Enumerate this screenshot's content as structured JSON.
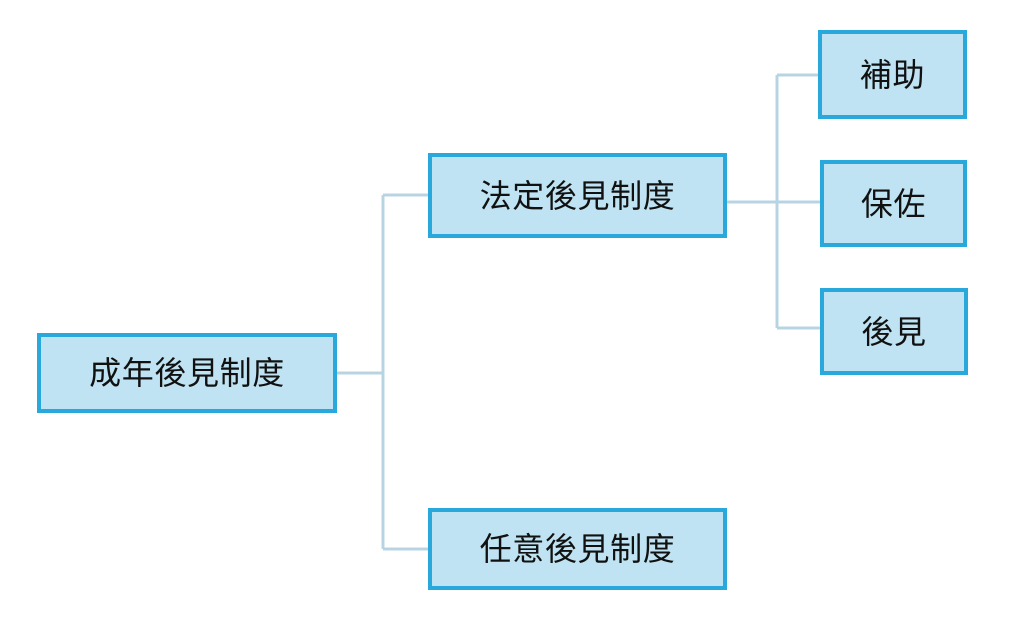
{
  "diagram": {
    "type": "tree",
    "title_text": "",
    "orientation": "left-to-right",
    "colors": {
      "node_fill": "#bfe3f2",
      "node_border": "#29a8dc",
      "connector": "#b8d4e3",
      "text": "#111111",
      "background": "#ffffff"
    },
    "nodes": {
      "root": {
        "label": "成年後見制度",
        "level": 1
      },
      "statutory": {
        "label": "法定後見制度",
        "level": 2
      },
      "voluntary": {
        "label": "任意後見制度",
        "level": 2
      },
      "assistance": {
        "label": "補助",
        "level": 3
      },
      "curatorship": {
        "label": "保佐",
        "level": 3
      },
      "guardianship": {
        "label": "後見",
        "level": 3
      }
    },
    "edges": [
      {
        "from": "root",
        "to": "statutory"
      },
      {
        "from": "root",
        "to": "voluntary"
      },
      {
        "from": "statutory",
        "to": "assistance"
      },
      {
        "from": "statutory",
        "to": "curatorship"
      },
      {
        "from": "statutory",
        "to": "guardianship"
      }
    ]
  }
}
